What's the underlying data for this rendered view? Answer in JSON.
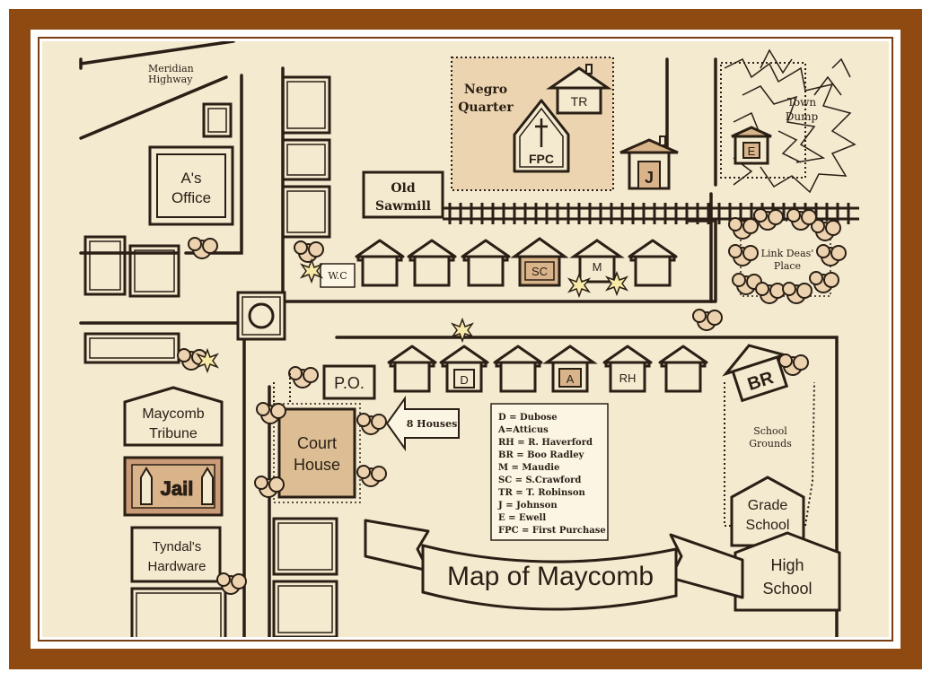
{
  "title": "Map of Maycomb",
  "places": {
    "meridian_highway": [
      "Meridian",
      "Highway"
    ],
    "a_office": [
      "A's",
      "Office"
    ],
    "negro_quarter": [
      "Negro",
      "Quarter"
    ],
    "old_sawmill": [
      "Old",
      "Sawmill"
    ],
    "town_dump": [
      "Town",
      "Dump"
    ],
    "link_deas": [
      "Link Deas'",
      "Place"
    ],
    "wc": "W.C",
    "po": "P.O.",
    "court_house": [
      "Court",
      "House"
    ],
    "maycomb_tribune": [
      "Maycomb",
      "Tribune"
    ],
    "jail": "Jail",
    "tyndals": [
      "Tyndal's",
      "Hardware"
    ],
    "school_grounds": [
      "School",
      "Grounds"
    ],
    "grade_school": [
      "Grade",
      "School"
    ],
    "high_school": [
      "High",
      "School"
    ],
    "eight_houses": "8 Houses"
  },
  "house_labels": {
    "tr": "TR",
    "fpc": "FPC",
    "j": "J",
    "e": "E",
    "sc": "SC",
    "m": "M",
    "d": "D",
    "a": "A",
    "rh": "RH",
    "br": "BR"
  },
  "legend": [
    "D = Dubose",
    "A=Atticus",
    "RH = R. Haverford",
    "BR = Boo Radley",
    "M = Maudie",
    "SC = S.Crawford",
    "TR = T. Robinson",
    "J = Johnson",
    "E = Ewell",
    "FPC = First Purchase"
  ],
  "colors": {
    "frame": "#8e4a10",
    "paper": "#f4ead0",
    "ink": "#2a1f15",
    "tree": "#e8c9a0",
    "shaded": "#d9b48a"
  }
}
